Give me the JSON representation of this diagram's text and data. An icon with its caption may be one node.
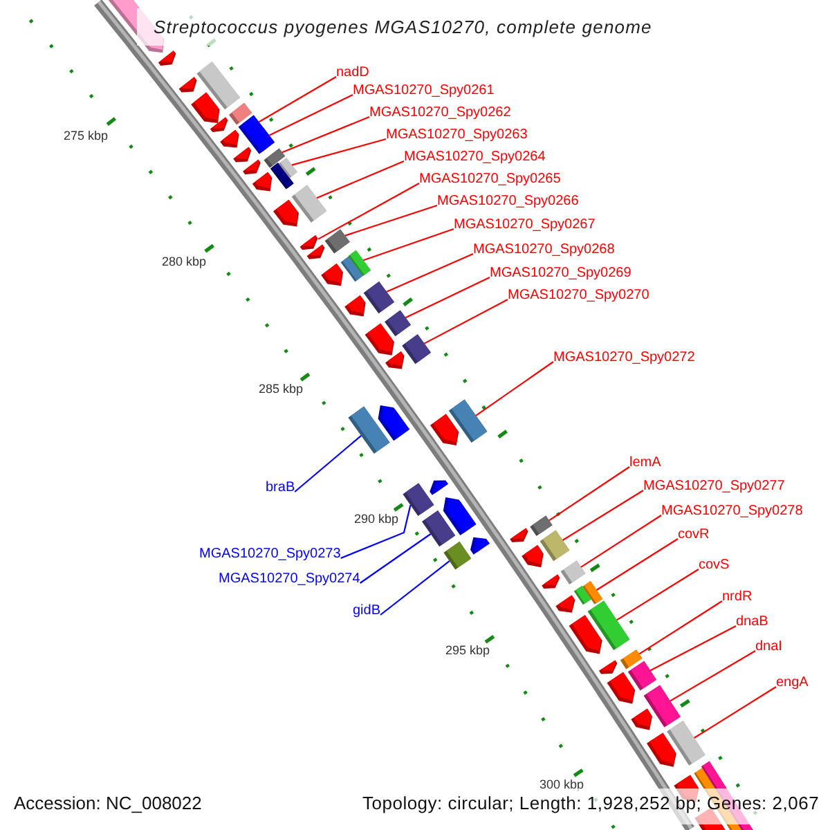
{
  "diagram": {
    "title": "Streptococcus pyogenes MGAS10270, complete genome",
    "nodes": [
      {
        "text": [
          "nadD"
        ]
      },
      {
        "text": [
          "MGAS10270_Spy0261"
        ]
      },
      {
        "text": [
          "MGAS10270_Spy0262"
        ]
      },
      {
        "text": [
          "MGAS10270_Spy0263"
        ]
      },
      {
        "text": [
          "MGAS10270_Spy0264"
        ]
      },
      {
        "text": [
          "MGAS10270_Spy0265"
        ]
      },
      {
        "text": [
          "MGAS10270_Spy0266"
        ]
      },
      {
        "text": [
          "MGAS10270_Spy0267"
        ]
      },
      {
        "text": [
          "MGAS10270_Spy0268"
        ]
      },
      {
        "text": [
          "MGAS10270_Spy0269"
        ]
      },
      {
        "text": [
          "MGAS10270_Spy0270"
        ]
      },
      {
        "text": [
          "MGAS10270_Spy0272"
        ]
      },
      {
        "text": [
          "lemA"
        ]
      },
      {
        "text": [
          "braB"
        ]
      },
      {
        "text": [
          "MGAS10270_Spy0277"
        ]
      },
      {
        "text": [
          "MGAS10270_Spy0278"
        ]
      },
      {
        "text": [
          "covR"
        ]
      },
      {
        "text": [
          "MGAS10270_Spy0273"
        ]
      },
      {
        "text": [
          "covS"
        ]
      },
      {
        "text": [
          "MGAS10270_Spy0274"
        ]
      },
      {
        "text": [
          "nrdR"
        ]
      },
      {
        "text": [
          "gidB"
        ]
      },
      {
        "text": [
          "dnaB"
        ]
      },
      {
        "text": [
          "dnaI"
        ]
      },
      {
        "text": [
          "engA"
        ]
      },
      {
        "text": [],
        "shape": "arrow"
      },
      {
        "text": [],
        "shape": "arrow"
      },
      {
        "text": [],
        "shape": "arrow"
      },
      {
        "text": [],
        "shape": "arrow"
      },
      {
        "text": [],
        "shape": "arrow"
      },
      {
        "text": [],
        "shape": "arrow"
      },
      {
        "text": [],
        "shape": "arrow"
      },
      {
        "text": [],
        "shape": "arrow"
      },
      {
        "text": [],
        "shape": "arrow"
      },
      {
        "text": [],
        "shape": "arrow"
      },
      {
        "text": [],
        "shape": "arrow"
      },
      {
        "text": [],
        "shape": "arrow"
      },
      {
        "text": [],
        "shape": "arrow"
      },
      {
        "text": [],
        "shape": "arrow"
      },
      {
        "text": [],
        "shape": "arrow"
      },
      {
        "text": [],
        "shape": "arrow"
      },
      {
        "text": [],
        "shape": "arrow"
      },
      {
        "text": [],
        "shape": "arrow"
      },
      {
        "text": [],
        "shape": "arrow"
      },
      {
        "text": [],
        "shape": "arrow"
      },
      {
        "text": [],
        "shape": "arrow"
      },
      {
        "text": [],
        "shape": "arrow"
      },
      {
        "text": [],
        "shape": "arrow"
      },
      {
        "text": [],
        "shape": "arrow"
      },
      {
        "text": [],
        "shape": "arrow"
      },
      {
        "text": [],
        "shape": "arrow"
      },
      {
        "text": [],
        "shape": "arrow"
      },
      {
        "text": [],
        "shape": "arrow"
      },
      {
        "text": [],
        "shape": "box"
      },
      {
        "text": [],
        "shape": "box"
      },
      {
        "text": [],
        "shape": "box"
      },
      {
        "text": [],
        "shape": "box"
      },
      {
        "text": [],
        "shape": "box"
      },
      {
        "text": [],
        "shape": "box"
      },
      {
        "text": [],
        "shape": "box"
      },
      {
        "text": [],
        "shape": "box"
      },
      {
        "text": [],
        "shape": "box"
      },
      {
        "text": [],
        "shape": "box"
      },
      {
        "text": [],
        "shape": "box"
      },
      {
        "text": [],
        "shape": "box"
      },
      {
        "text": [],
        "shape": "box"
      },
      {
        "text": [],
        "shape": "box"
      },
      {
        "text": [],
        "shape": "box"
      },
      {
        "text": [],
        "shape": "box"
      },
      {
        "text": [],
        "shape": "box"
      },
      {
        "text": [],
        "shape": "box"
      },
      {
        "text": [],
        "shape": "box"
      },
      {
        "text": [],
        "shape": "box"
      },
      {
        "text": [],
        "shape": "box"
      },
      {
        "text": [],
        "shape": "box"
      },
      {
        "text": [],
        "shape": "box"
      },
      {
        "text": [],
        "shape": "box"
      },
      {
        "text": [],
        "shape": "box"
      },
      {
        "text": [],
        "shape": "box"
      },
      {
        "text": [],
        "shape": "box"
      },
      {
        "text": [],
        "shape": "arrow"
      },
      {
        "text": [],
        "shape": "arrow"
      },
      {
        "text": [],
        "shape": "arrow"
      },
      {
        "text": [],
        "shape": "arrow"
      },
      {
        "text": [],
        "shape": "box"
      },
      {
        "text": [],
        "shape": "box"
      },
      {
        "text": [],
        "shape": "box"
      },
      {
        "text": [],
        "shape": "box"
      }
    ],
    "edges": [
      {
        "from": 0,
        "to": 55,
        "arrow": "none"
      },
      {
        "from": 1,
        "to": 56,
        "arrow": "none"
      },
      {
        "from": 2,
        "to": 57,
        "arrow": "none"
      },
      {
        "from": 3,
        "to": 59,
        "arrow": "none"
      },
      {
        "from": 4,
        "to": 60,
        "arrow": "none"
      },
      {
        "from": 5,
        "to": 35,
        "arrow": "none"
      },
      {
        "from": 6,
        "to": 61,
        "arrow": "none"
      },
      {
        "from": 7,
        "to": 63,
        "arrow": "none"
      },
      {
        "from": 8,
        "to": 64,
        "arrow": "none"
      },
      {
        "from": 9,
        "to": 65,
        "arrow": "none"
      },
      {
        "from": 10,
        "to": 66,
        "arrow": "none"
      },
      {
        "from": 11,
        "to": 67,
        "arrow": "none"
      },
      {
        "from": 12,
        "to": 68,
        "arrow": "none"
      },
      {
        "from": 13,
        "to": 84,
        "arrow": "none",
        "color": "#0000ff"
      },
      {
        "from": 14,
        "to": 69,
        "arrow": "none"
      },
      {
        "from": 15,
        "to": 70,
        "arrow": "none"
      },
      {
        "from": 16,
        "to": 71,
        "arrow": "none"
      },
      {
        "from": 17,
        "to": 85,
        "arrow": "none",
        "color": "#0000ff"
      },
      {
        "from": 18,
        "to": 73,
        "arrow": "none"
      },
      {
        "from": 19,
        "to": 86,
        "arrow": "none",
        "color": "#0000ff"
      },
      {
        "from": 20,
        "to": 74,
        "arrow": "none"
      },
      {
        "from": 21,
        "to": 87,
        "arrow": "none",
        "color": "#0000ff"
      },
      {
        "from": 22,
        "to": 75,
        "arrow": "none"
      },
      {
        "from": 23,
        "to": 76,
        "arrow": "none"
      },
      {
        "from": 24,
        "to": 77,
        "arrow": "none"
      }
    ],
    "labels": [
      "275 kbp",
      "280 kbp",
      "285 kbp",
      "290 kbp",
      "295 kbp",
      "300 kbp",
      "Accession: NC_008022",
      "Topology: circular; Length: 1,928,252 bp; Genes: 2,067"
    ]
  }
}
